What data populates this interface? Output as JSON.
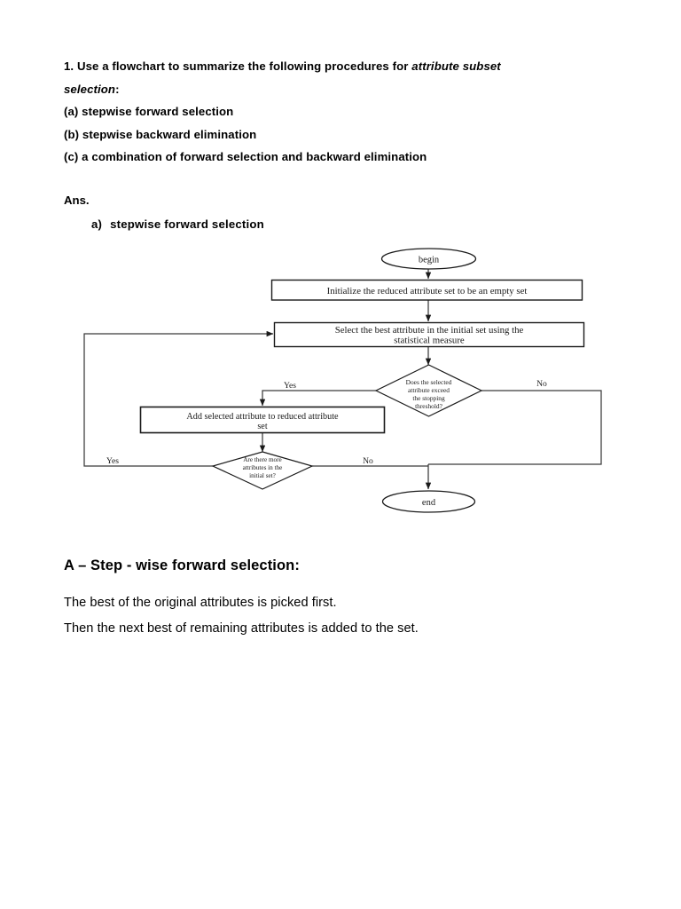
{
  "document": {
    "question": {
      "number": "1.",
      "line1_pre": "1. Use a flowchart to summarize the following procedures for ",
      "line1_italic": "attribute subset",
      "line2_italic": "selection",
      "line2_post": ":",
      "items": [
        "(a) stepwise forward selection",
        "(b) stepwise backward elimination",
        "(c) a combination of forward selection and backward elimination"
      ]
    },
    "answer": {
      "label": "Ans.",
      "item_marker": "a)",
      "item_text": "stepwise forward selection"
    },
    "bottom": {
      "heading": "A – Step - wise forward selection:",
      "paragraph1": "The best of the original attributes is picked first.",
      "paragraph2": "Then the next best of remaining attributes is added to the set."
    }
  },
  "flowchart": {
    "title": "stepwise forward selection flowchart",
    "stroke_color": "#000000",
    "fill_color": "#ffffff",
    "nodes": {
      "begin": {
        "shape": "oval",
        "label": "begin"
      },
      "initialize": {
        "shape": "process",
        "label": "Initialize the reduced attribute set to be an empty set"
      },
      "select_best": {
        "shape": "process",
        "label_line1": "Select the best attribute in the initial set using the",
        "label_line2": "statistical measure"
      },
      "decision_threshold": {
        "shape": "decision",
        "label_line1": "Does the selected",
        "label_line2": "attribute exceed",
        "label_line3": "the stopping",
        "label_line4": "threshold?"
      },
      "add_attribute": {
        "shape": "process",
        "label_line1": "Add selected attribute to reduced attribute",
        "label_line2": "set"
      },
      "decision_more": {
        "shape": "decision",
        "label_line1": "Are there more",
        "label_line2": "attributes in the",
        "label_line3": "initial set?"
      },
      "end": {
        "shape": "oval",
        "label": "end"
      }
    },
    "edge_labels": {
      "threshold_yes": "Yes",
      "threshold_no": "No",
      "more_yes": "Yes",
      "more_no": "No"
    }
  }
}
